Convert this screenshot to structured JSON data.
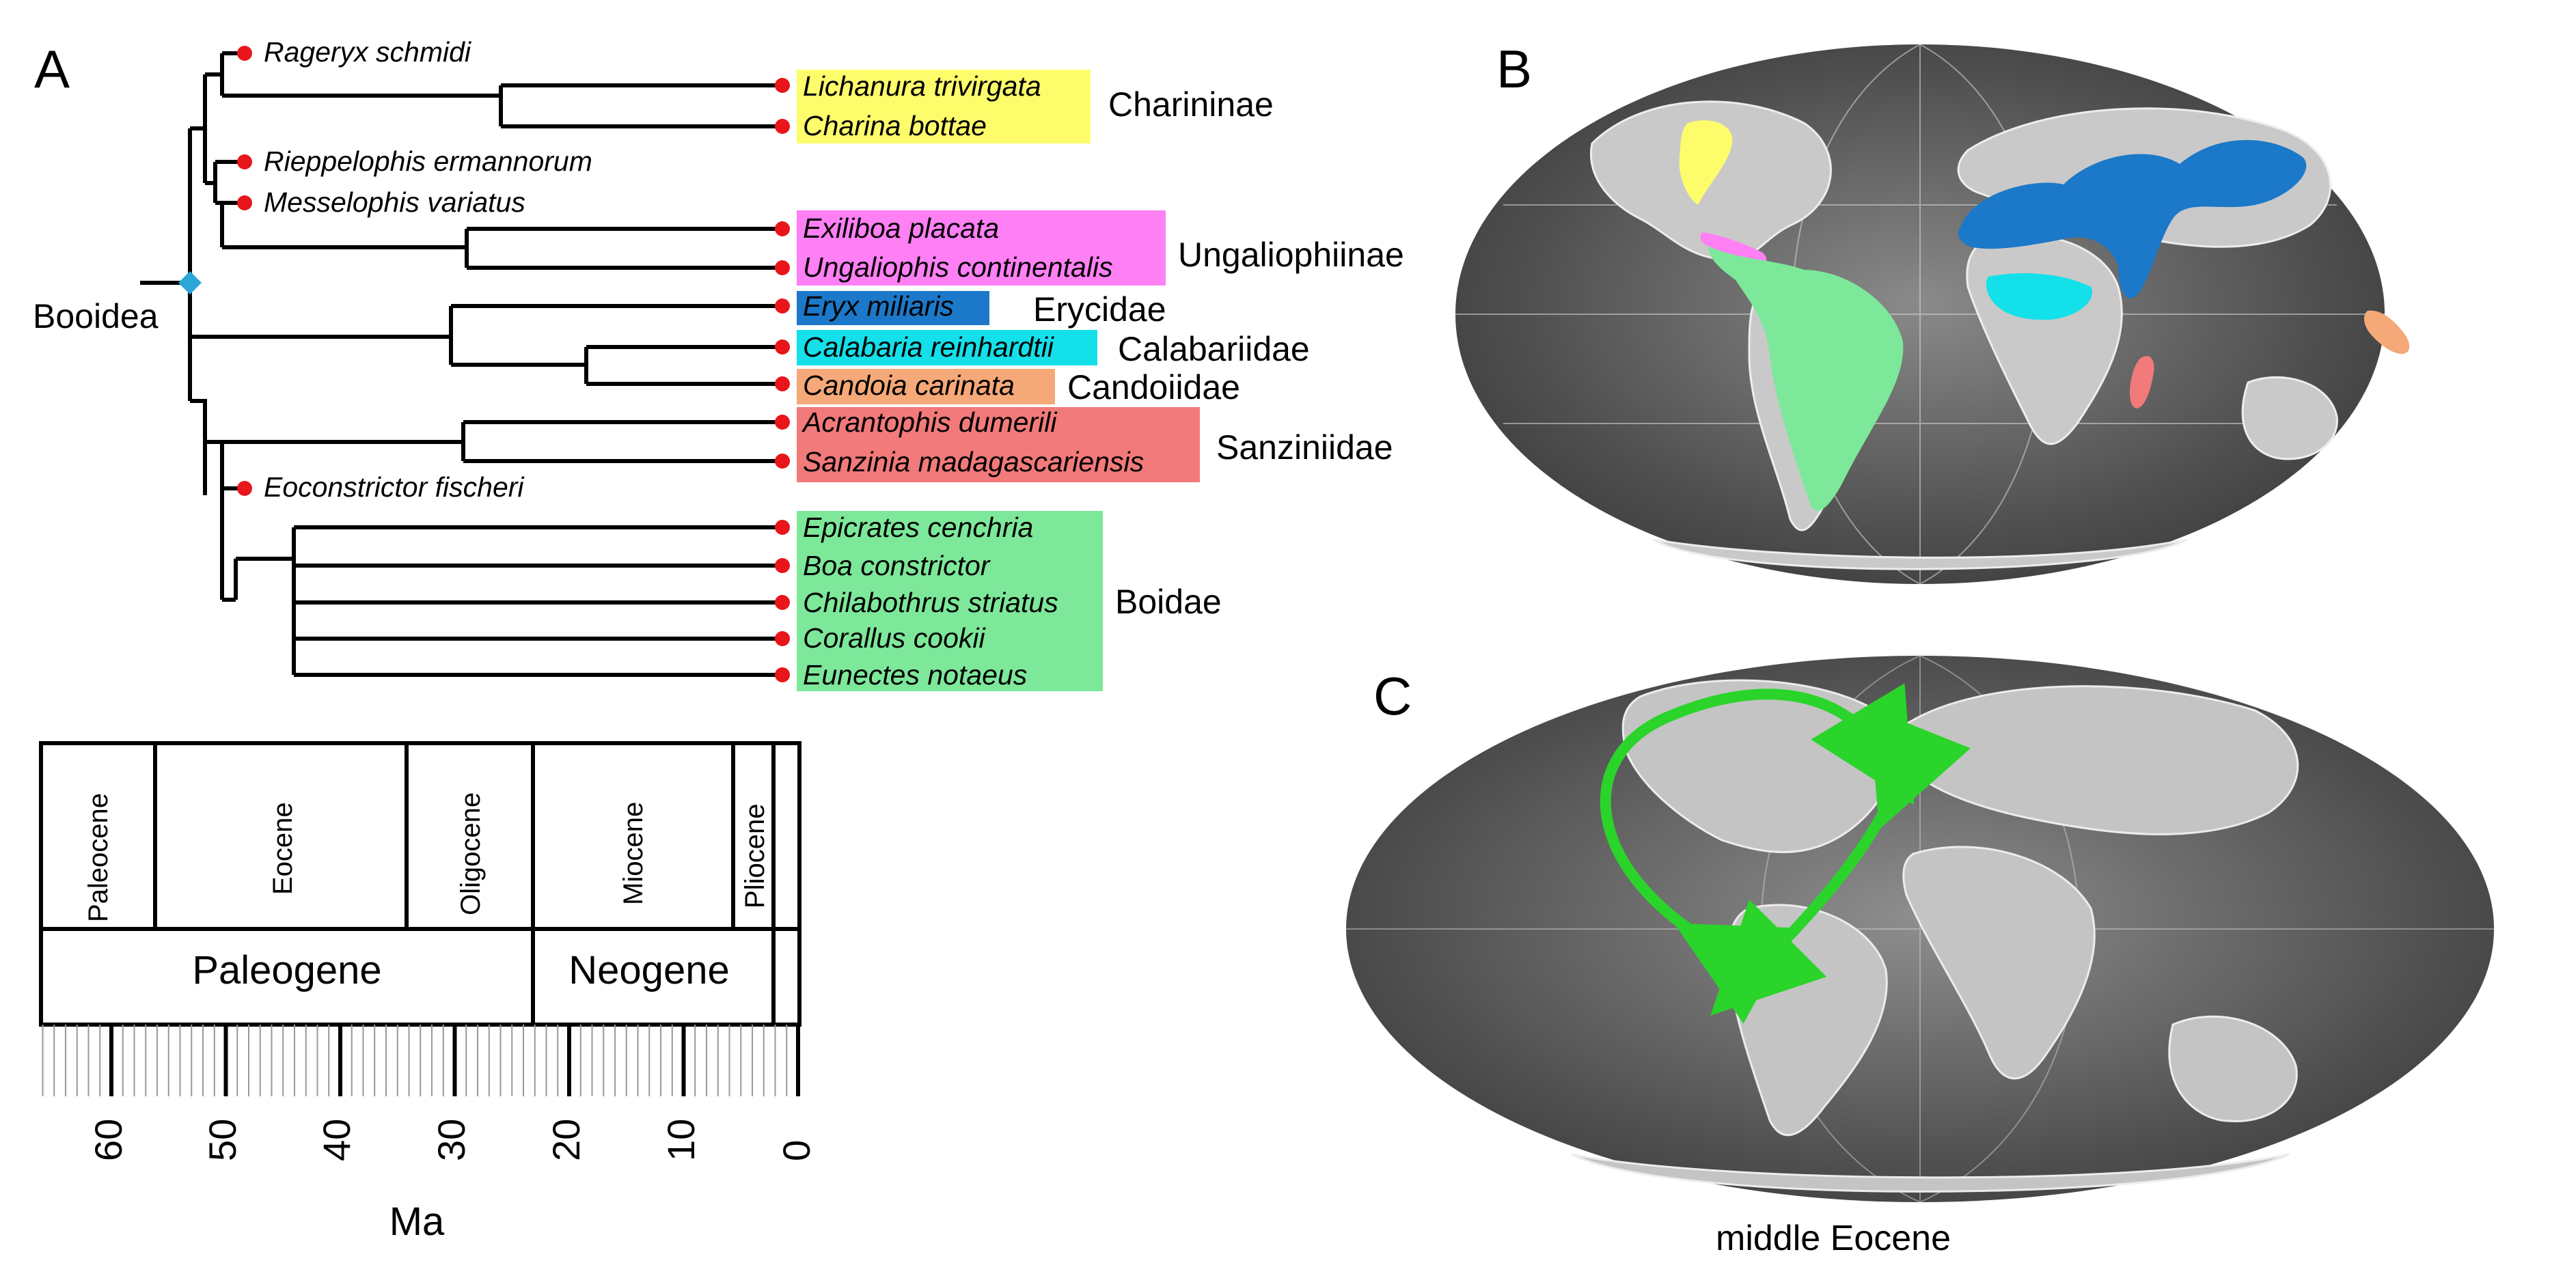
{
  "panels": {
    "a": "A",
    "b": "B",
    "c": "C"
  },
  "colors": {
    "charininae": "#fdfd6b",
    "ungaliophiinae": "#ff7ff4",
    "erycidae": "#1c78c8",
    "calabariidae": "#14e0ea",
    "candoiidae": "#f5a878",
    "sanziniidae": "#f27a7a",
    "boidae": "#7de89a",
    "node_dot": "#e8161b",
    "booidea_node": "#2aa6d8",
    "arrow_green": "#2ad42a"
  },
  "tree": {
    "node_label": "Booidea",
    "taxa": [
      {
        "name": "Rageryx schmidi",
        "fossil": true
      },
      {
        "name": "Lichanura trivirgata",
        "group": "charininae"
      },
      {
        "name": "Charina bottae",
        "group": "charininae"
      },
      {
        "name": "Rieppelophis ermannorum",
        "fossil": true
      },
      {
        "name": "Messelophis variatus",
        "fossil": true
      },
      {
        "name": "Exiliboa placata",
        "group": "ungaliophiinae"
      },
      {
        "name": "Ungaliophis continentalis",
        "group": "ungaliophiinae"
      },
      {
        "name": "Eryx miliaris",
        "group": "erycidae"
      },
      {
        "name": "Calabaria reinhardtii",
        "group": "calabariidae"
      },
      {
        "name": "Candoia carinata",
        "group": "candoiidae"
      },
      {
        "name": "Acrantophis dumerili",
        "group": "sanziniidae"
      },
      {
        "name": "Sanzinia madagascariensis",
        "group": "sanziniidae"
      },
      {
        "name": "Eoconstrictor fischeri",
        "fossil": true
      },
      {
        "name": "Epicrates cenchria",
        "group": "boidae"
      },
      {
        "name": "Boa constrictor",
        "group": "boidae"
      },
      {
        "name": "Chilabothrus striatus",
        "group": "boidae"
      },
      {
        "name": "Corallus cookii",
        "group": "boidae"
      },
      {
        "name": "Eunectes notaeus",
        "group": "boidae"
      }
    ],
    "families": [
      {
        "name": "Charininae"
      },
      {
        "name": "Ungaliophiinae"
      },
      {
        "name": "Erycidae"
      },
      {
        "name": "Calabariidae"
      },
      {
        "name": "Candoiidae"
      },
      {
        "name": "Sanziniidae"
      },
      {
        "name": "Boidae"
      }
    ]
  },
  "timescale": {
    "epochs": [
      "Paleocene",
      "Eocene",
      "Oligocene",
      "Miocene",
      "Pliocene"
    ],
    "periods": [
      "Paleogene",
      "Neogene"
    ],
    "ticks": [
      "60",
      "50",
      "40",
      "30",
      "20",
      "10",
      "0"
    ],
    "axis_title": "Ma"
  },
  "maps": {
    "caption_c": "middle Eocene"
  }
}
